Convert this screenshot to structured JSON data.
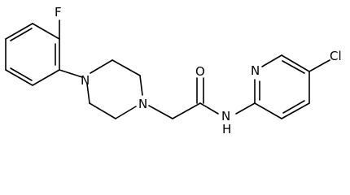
{
  "molecule": {
    "atoms": {
      "fluorine": "F",
      "piperazine_n1": "N",
      "piperazine_n4": "N",
      "carbonyl_oxygen": "O",
      "amide_nitrogen": "N",
      "amide_hydrogen": "H",
      "pyridine_nitrogen": "N",
      "chlorine": "Cl"
    },
    "colors": {
      "bond": "#000000",
      "label": "#000000",
      "background": "#ffffff"
    }
  }
}
